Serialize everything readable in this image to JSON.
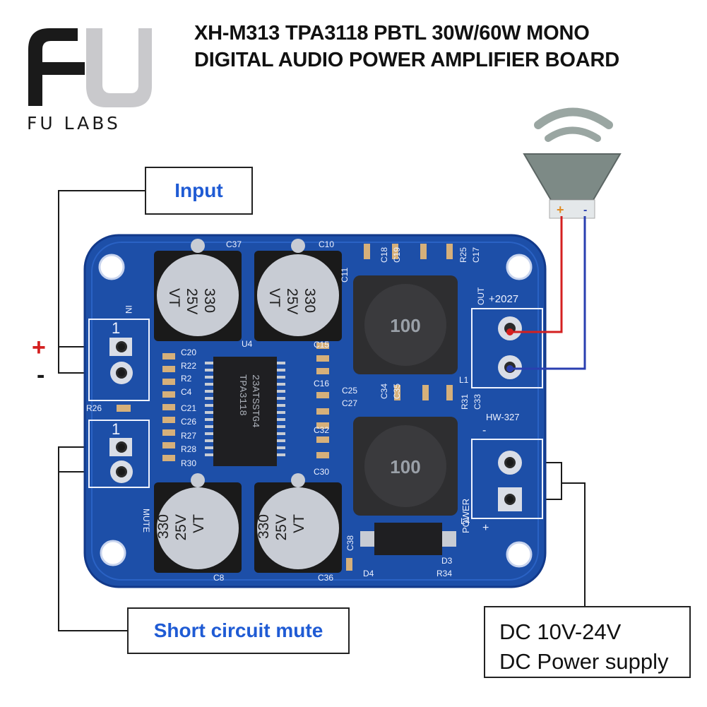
{
  "brand": {
    "name": "FU LABS",
    "colors": {
      "dark": "#1a1a1a",
      "metal": "#c9c9cc"
    }
  },
  "title": {
    "line1": "XH-M313 TPA3118 PBTL 30W/60W MONO",
    "line2": "DIGITAL AUDIO POWER AMPLIFIER BOARD"
  },
  "callouts": {
    "input": "Input",
    "mute": "Short circuit mute",
    "dc_line1": "DC 10V-24V",
    "dc_line2": "DC Power supply"
  },
  "polarity": {
    "plus": "+",
    "minus": "-"
  },
  "speaker": {
    "plus": "+",
    "minus": "-"
  },
  "board": {
    "model": "HW-327",
    "chip_line1": "23ATSSTG4",
    "chip_line2": "TPA3118",
    "chip_ref": "U4",
    "inductor_value": "100",
    "cap_value_1": "330",
    "cap_value_2": "25V",
    "cap_value_3": "VT",
    "labels": {
      "c37": "C37",
      "c10": "C10",
      "c18": "C18",
      "c19": "C19",
      "r25": "R25",
      "c17": "C17",
      "c11": "C11",
      "c20": "C20",
      "r22": "R22",
      "r2": "R2",
      "c4": "C4",
      "c21": "C21",
      "c26": "C26",
      "r27": "R27",
      "r28": "R28",
      "r30": "R30",
      "r26": "R26",
      "c15": "C15",
      "c16": "C16",
      "c25": "C25",
      "c27": "C27",
      "c32": "C32",
      "c30": "C30",
      "c34": "C34",
      "c35": "C35",
      "r31": "R31",
      "c33": "C33",
      "l1": "L1",
      "l4": "L4",
      "c38": "C38",
      "c8": "C8",
      "c36": "C36",
      "d4": "D4",
      "d3": "D3",
      "r34": "R34",
      "out": "OUT",
      "power": "POWER",
      "mute": "MUTE",
      "in": "IN",
      "marking": "+2027",
      "term1": "1",
      "term2": "1",
      "plus_bottom": "+",
      "minus_mid": "-"
    },
    "colors": {
      "pcb": "#1d4fa8",
      "pcb_edge": "#12398a",
      "silk": "#eef2ff"
    }
  },
  "wire_colors": {
    "red": "#d42020",
    "blue": "#2a3fb0",
    "black": "#1a1a1a"
  }
}
